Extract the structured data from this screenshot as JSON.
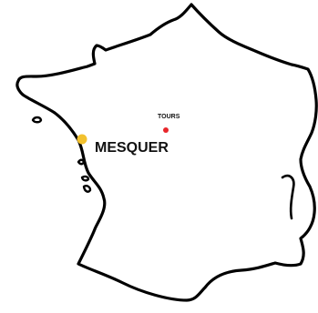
{
  "map": {
    "cities": [
      {
        "id": "mesquer",
        "label": "MESQUER",
        "marker_color": "#f2c12e"
      },
      {
        "id": "tours",
        "label": "TOURS",
        "marker_color": "#e8262b"
      }
    ],
    "colors": {
      "outline": "#000000",
      "background": "#ffffff"
    }
  }
}
